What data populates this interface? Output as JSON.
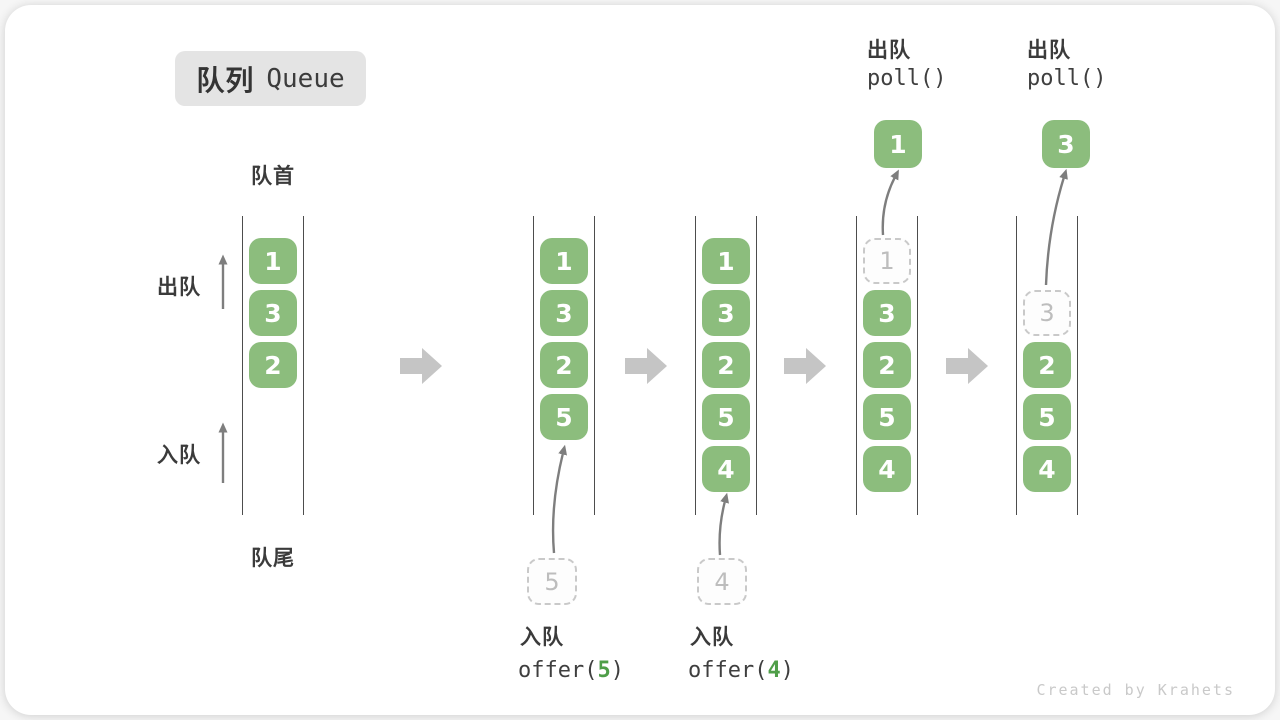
{
  "title": {
    "zh": "队列",
    "en": "Queue"
  },
  "labels": {
    "front": "队首",
    "rear": "队尾",
    "dequeue": "出队",
    "enqueue": "入队"
  },
  "ops": {
    "enqueue5": {
      "zh": "入队",
      "pre": "offer(",
      "arg": "5",
      "post": ")"
    },
    "enqueue4": {
      "zh": "入队",
      "pre": "offer(",
      "arg": "4",
      "post": ")"
    },
    "dequeue1": {
      "zh": "出队",
      "fn": "poll()",
      "result": "1"
    },
    "dequeue2": {
      "zh": "出队",
      "fn": "poll()",
      "result": "3"
    }
  },
  "states": [
    {
      "cells": [
        "1",
        "3",
        "2"
      ]
    },
    {
      "cells": [
        "1",
        "3",
        "2",
        "5"
      ],
      "pending": "5"
    },
    {
      "cells": [
        "1",
        "3",
        "2",
        "5",
        "4"
      ],
      "pending": "4"
    },
    {
      "removed": "1",
      "cells": [
        "3",
        "2",
        "5",
        "4"
      ]
    },
    {
      "removed": "3",
      "cells": [
        "2",
        "5",
        "4"
      ]
    }
  ],
  "colors": {
    "cell_green": "#8cbd7d",
    "op_arg_green": "#4f9e48",
    "block_arrow_gray": "#c5c5c5",
    "rail_gray": "#4d4d4d",
    "text_dark": "#3b3b3b",
    "dashed_muted": "#bdbdbd",
    "badge_bg": "#e4e4e4"
  },
  "watermark": "Created by Krahets"
}
